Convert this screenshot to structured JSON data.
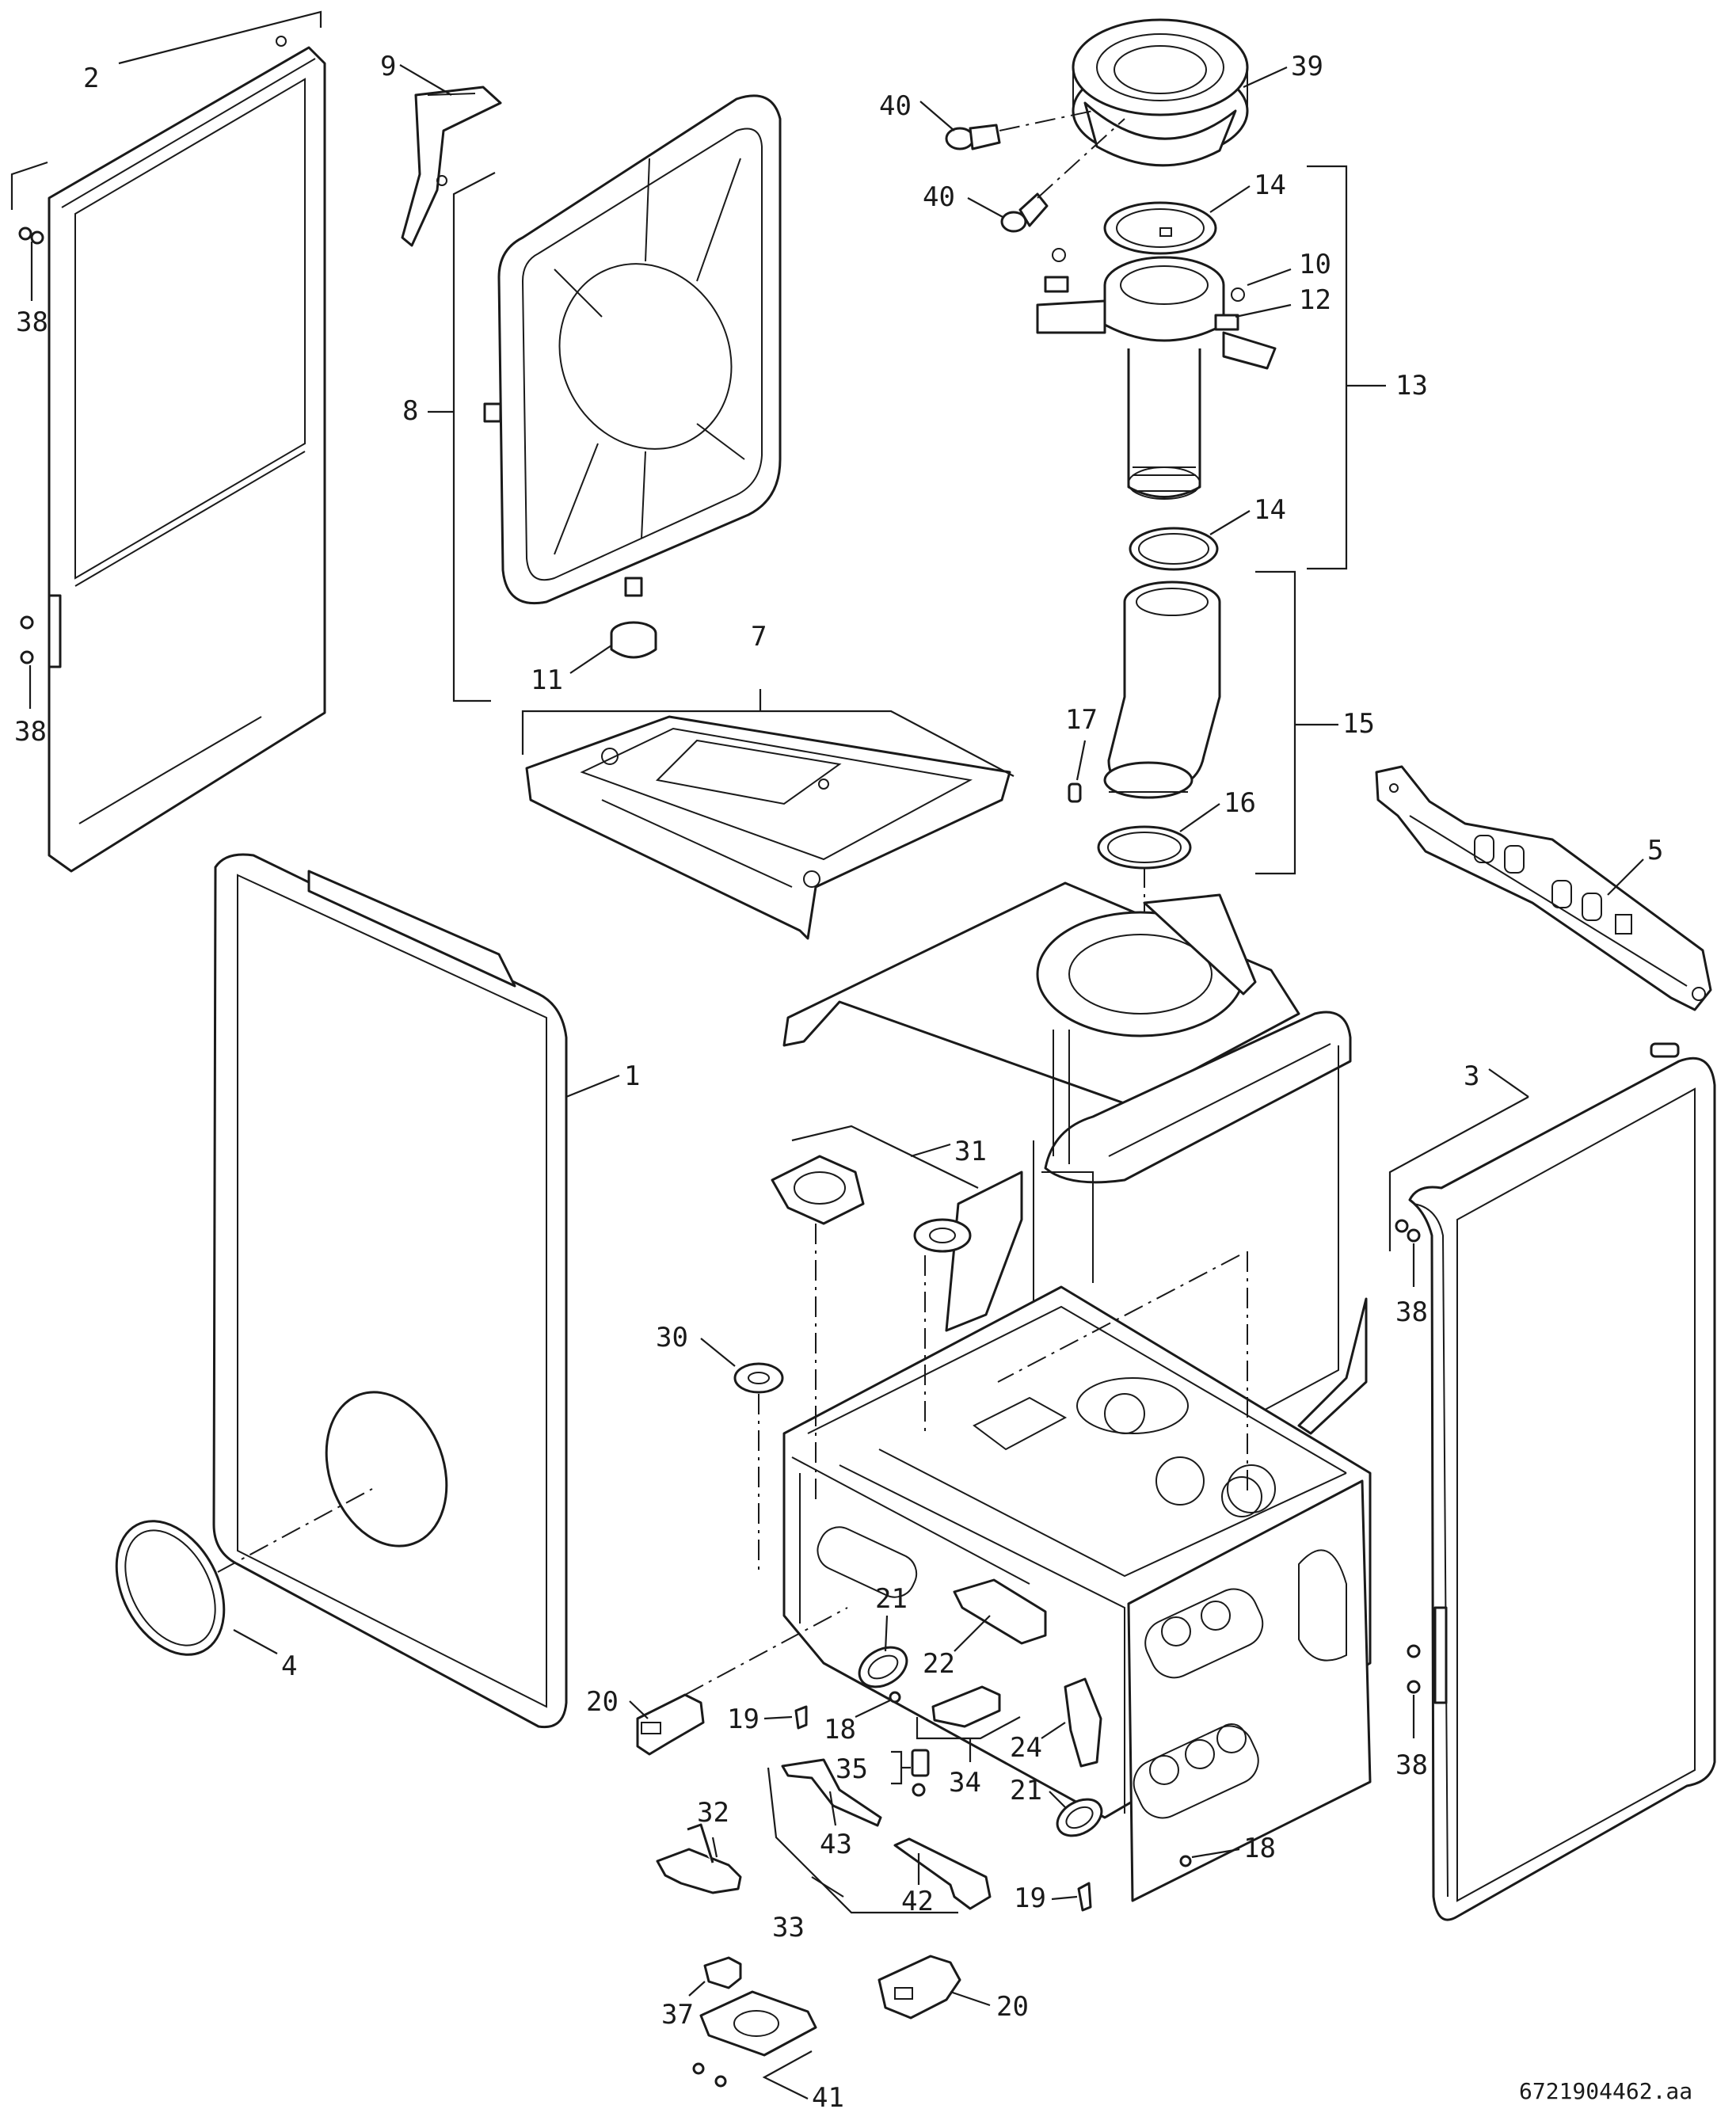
{
  "labels": {
    "l1": "1",
    "l2": "2",
    "l3": "3",
    "l4": "4",
    "l5": "5",
    "l7": "7",
    "l8": "8",
    "l9": "9",
    "l10": "10",
    "l11": "11",
    "l12": "12",
    "l13": "13",
    "l14a": "14",
    "l14b": "14",
    "l15": "15",
    "l16": "16",
    "l17": "17",
    "l18a": "18",
    "l18b": "18",
    "l19a": "19",
    "l19b": "19",
    "l20a": "20",
    "l20b": "20",
    "l21a": "21",
    "l21b": "21",
    "l22": "22",
    "l24": "24",
    "l30": "30",
    "l31": "31",
    "l32": "32",
    "l33": "33",
    "l34": "34",
    "l35": "35",
    "l37": "37",
    "l38a": "38",
    "l38b": "38",
    "l38c": "38",
    "l38d": "38",
    "l39": "39",
    "l40a": "40",
    "l40b": "40",
    "l41": "41",
    "l42": "42",
    "l43": "43"
  },
  "drawing_code": "6721904462.aa"
}
